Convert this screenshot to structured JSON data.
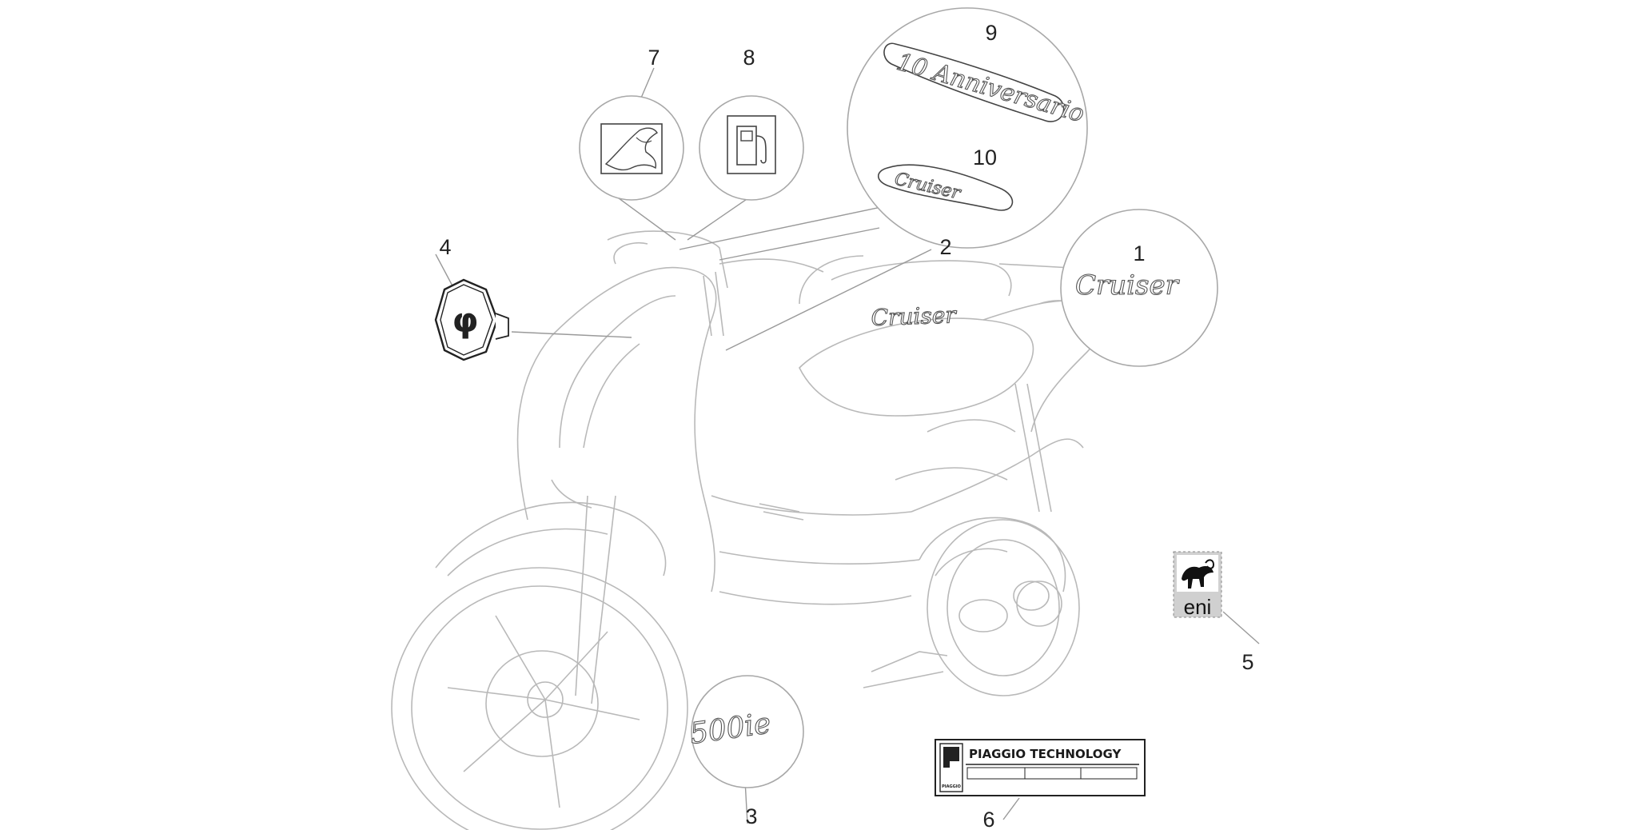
{
  "callouts": [
    "1",
    "2",
    "3",
    "4",
    "5",
    "6",
    "7",
    "8",
    "9",
    "10"
  ],
  "decals": {
    "cruiser_script": "Cruiser",
    "model_badge": "500ie",
    "anniversary_badge": "10 Anniversario",
    "sponsor_logo": "eni",
    "technology_plate": "PIAGGIO TECHNOLOGY",
    "technology_plate_small": "PIAGGIO"
  },
  "colors": {
    "line_art": "#b9b9b9",
    "callout_text": "#222222",
    "decal_outline": "#555555",
    "eni_background": "#d0d0d0"
  },
  "icons": [
    "piaggio-shield-icon",
    "fuel-pump-icon",
    "pegasus-icon",
    "scooter-illustration"
  ]
}
